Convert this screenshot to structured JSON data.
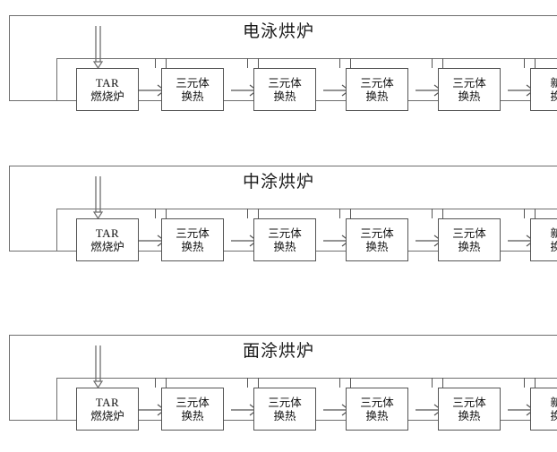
{
  "diagram": {
    "type": "process-flow",
    "description": "Three parallel paint-shop oven waste-heat recovery flow lines",
    "stroke_color": "#555555",
    "enclosure_color": "#6e6e6e",
    "background": "#ffffff",
    "rows": [
      {
        "id": "row-electrophoresis",
        "title": "电泳烘炉",
        "units": [
          {
            "id": "tar-burner",
            "line1": "TAR",
            "line2": "燃烧炉",
            "type": "burner"
          },
          {
            "id": "hx-1",
            "line1": "三元体",
            "line2": "换热",
            "type": "heat-exchanger"
          },
          {
            "id": "hx-2",
            "line1": "三元体",
            "line2": "换热",
            "type": "heat-exchanger"
          },
          {
            "id": "hx-3",
            "line1": "三元体",
            "line2": "换热",
            "type": "heat-exchanger"
          },
          {
            "id": "hx-4",
            "line1": "三元体",
            "line2": "换热",
            "type": "heat-exchanger"
          },
          {
            "id": "fresh-air-hx",
            "line1": "新风",
            "line2": "换热",
            "type": "fresh-air-heat-exchanger"
          }
        ]
      },
      {
        "id": "row-intermediate-coat",
        "title": "中涂烘炉",
        "units": [
          {
            "id": "tar-burner",
            "line1": "TAR",
            "line2": "燃烧炉",
            "type": "burner"
          },
          {
            "id": "hx-1",
            "line1": "三元体",
            "line2": "换热",
            "type": "heat-exchanger"
          },
          {
            "id": "hx-2",
            "line1": "三元体",
            "line2": "换热",
            "type": "heat-exchanger"
          },
          {
            "id": "hx-3",
            "line1": "三元体",
            "line2": "换热",
            "type": "heat-exchanger"
          },
          {
            "id": "hx-4",
            "line1": "三元体",
            "line2": "换热",
            "type": "heat-exchanger"
          },
          {
            "id": "fresh-air-hx",
            "line1": "新风",
            "line2": "换热",
            "type": "fresh-air-heat-exchanger"
          }
        ]
      },
      {
        "id": "row-top-coat",
        "title": "面涂烘炉",
        "units": [
          {
            "id": "tar-burner",
            "line1": "TAR",
            "line2": "燃烧炉",
            "type": "burner"
          },
          {
            "id": "hx-1",
            "line1": "三元体",
            "line2": "换热",
            "type": "heat-exchanger"
          },
          {
            "id": "hx-2",
            "line1": "三元体",
            "line2": "换热",
            "type": "heat-exchanger"
          },
          {
            "id": "hx-3",
            "line1": "三元体",
            "line2": "换热",
            "type": "heat-exchanger"
          },
          {
            "id": "hx-4",
            "line1": "三元体",
            "line2": "换热",
            "type": "heat-exchanger"
          },
          {
            "id": "fresh-air-hx",
            "line1": "新风",
            "line2": "换热",
            "type": "fresh-air-heat-exchanger"
          }
        ]
      }
    ]
  }
}
